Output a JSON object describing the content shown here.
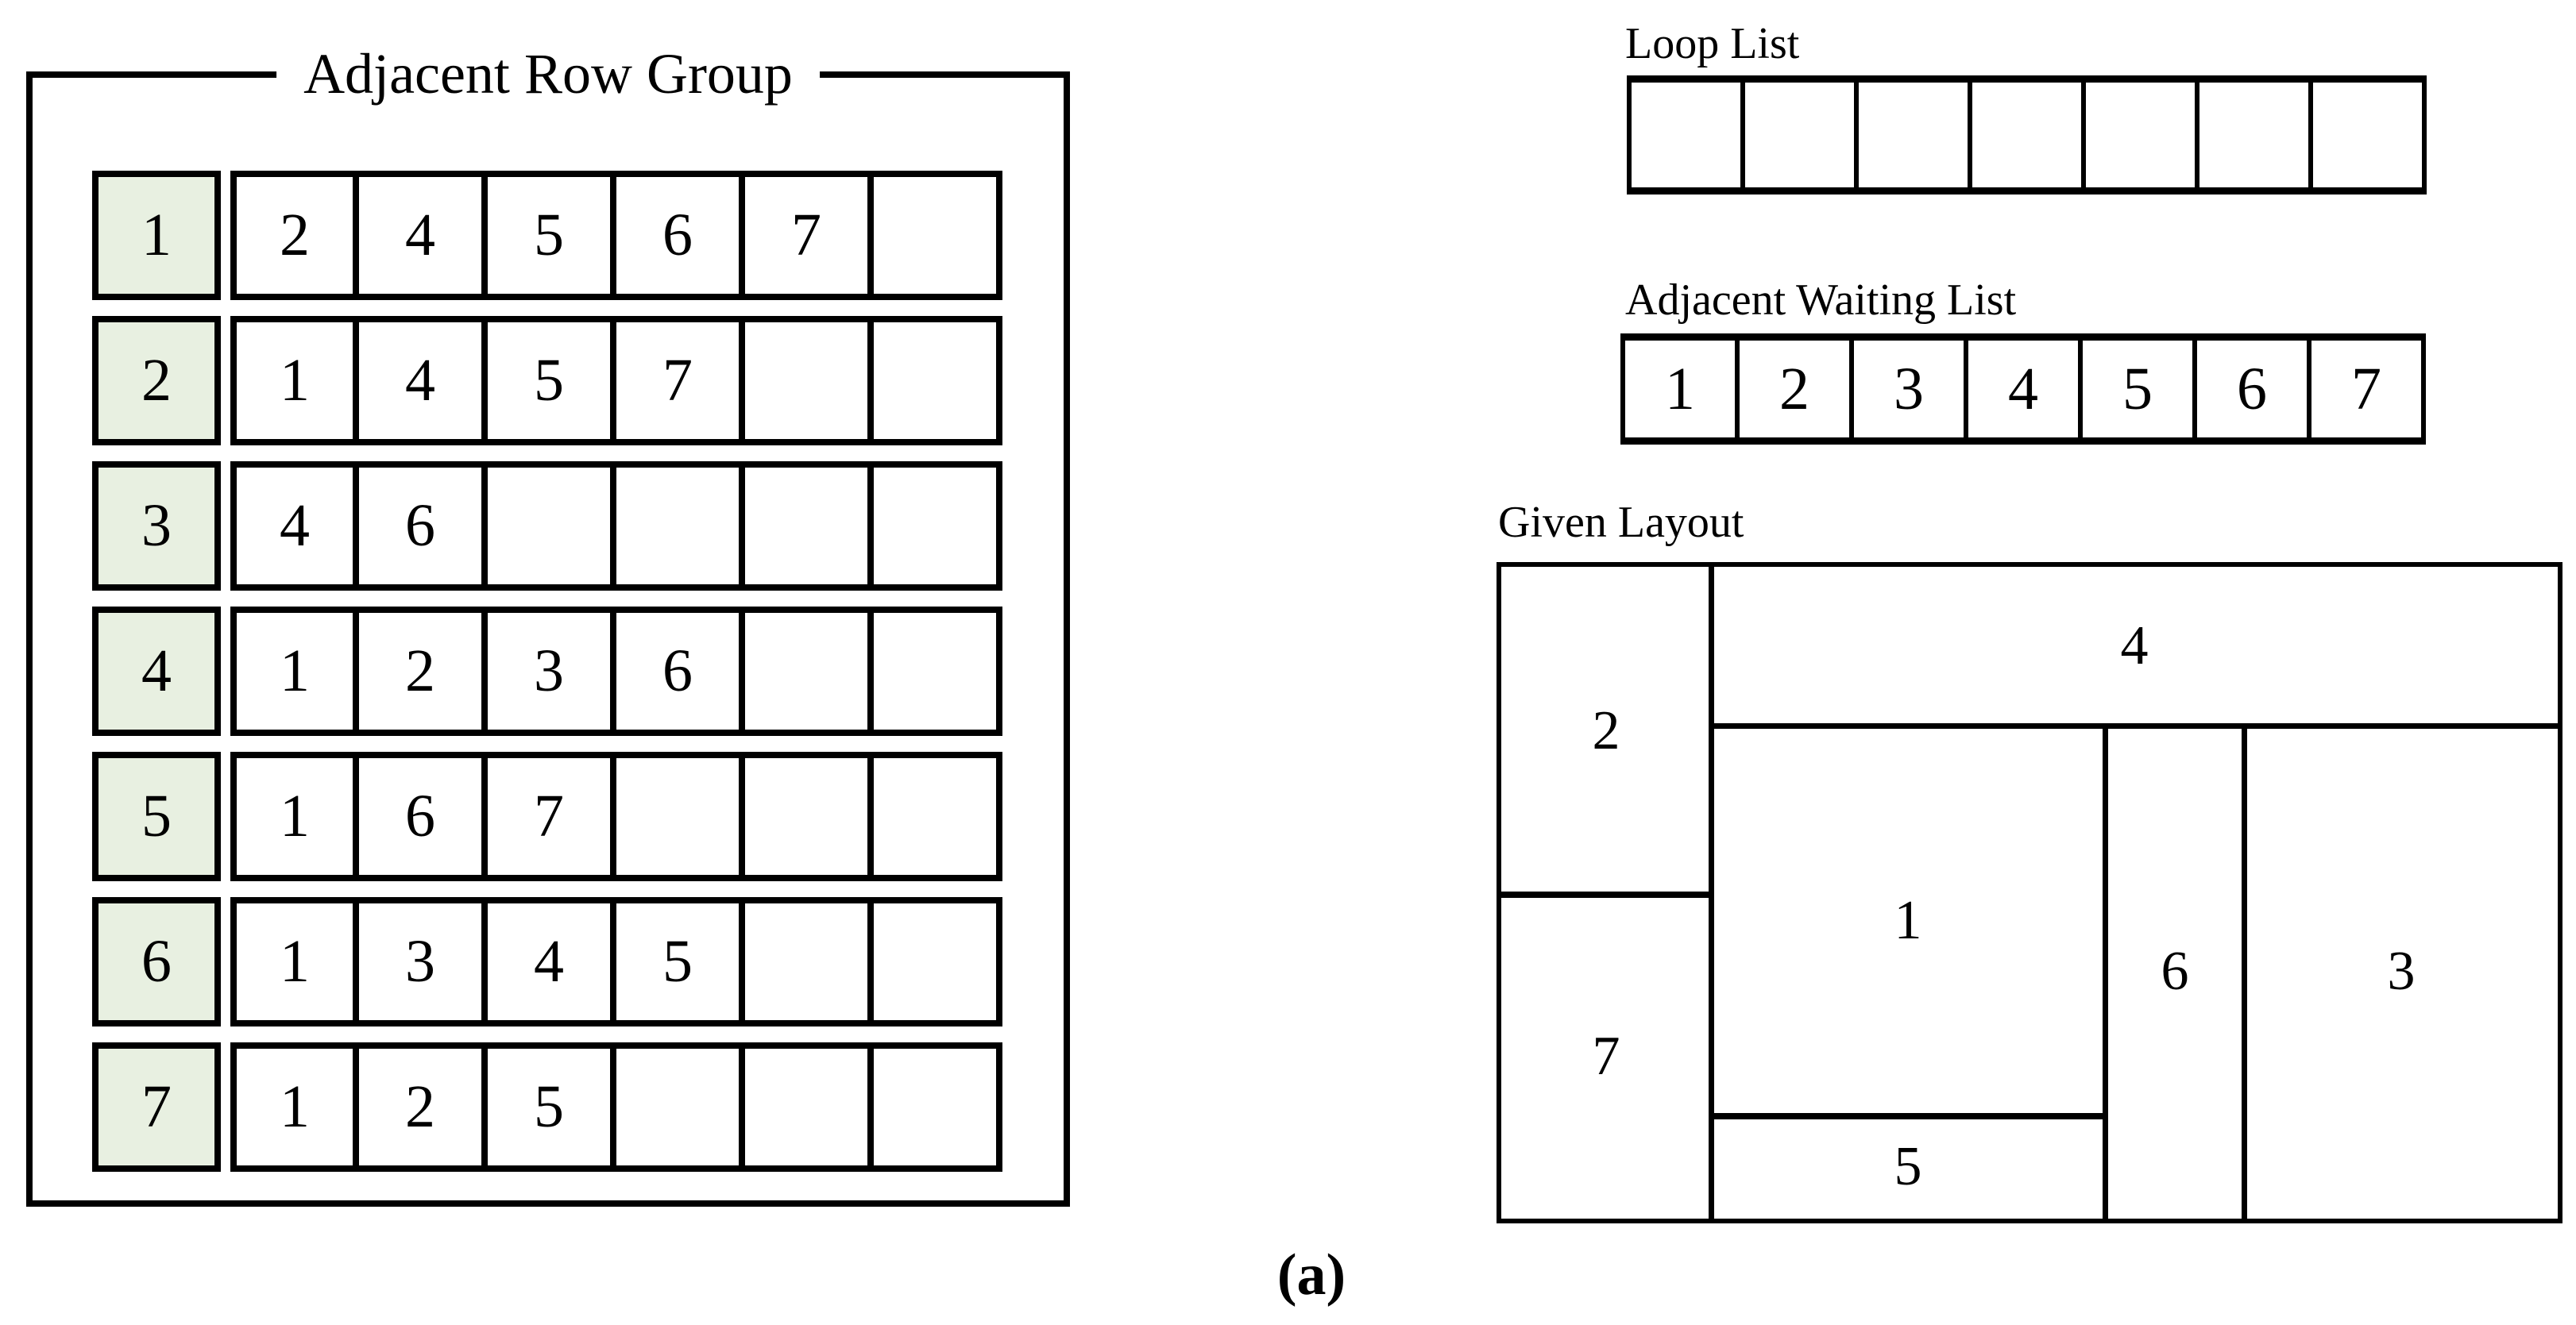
{
  "figure": {
    "panel_label": "(a)"
  },
  "colors": {
    "line": "#000000",
    "row_header_bg": "#e8f0e1",
    "background": "#ffffff"
  },
  "adjacent_row_group": {
    "title": "Adjacent Row Group",
    "rows": [
      {
        "header": "1",
        "cells": [
          "2",
          "4",
          "5",
          "6",
          "7",
          ""
        ]
      },
      {
        "header": "2",
        "cells": [
          "1",
          "4",
          "5",
          "7",
          "",
          ""
        ]
      },
      {
        "header": "3",
        "cells": [
          "4",
          "6",
          "",
          "",
          "",
          ""
        ]
      },
      {
        "header": "4",
        "cells": [
          "1",
          "2",
          "3",
          "6",
          "",
          ""
        ]
      },
      {
        "header": "5",
        "cells": [
          "1",
          "6",
          "7",
          "",
          "",
          ""
        ]
      },
      {
        "header": "6",
        "cells": [
          "1",
          "3",
          "4",
          "5",
          "",
          ""
        ]
      },
      {
        "header": "7",
        "cells": [
          "1",
          "2",
          "5",
          "",
          "",
          ""
        ]
      }
    ]
  },
  "loop_list": {
    "title": "Loop List",
    "cells": [
      "",
      "",
      "",
      "",
      "",
      "",
      ""
    ]
  },
  "adjacent_waiting_list": {
    "title": "Adjacent Waiting List",
    "cells": [
      "1",
      "2",
      "3",
      "4",
      "5",
      "6",
      "7"
    ]
  },
  "given_layout": {
    "title": "Given Layout",
    "regions": {
      "r1": "1",
      "r2": "2",
      "r3": "3",
      "r4": "4",
      "r5": "5",
      "r6": "6",
      "r7": "7"
    }
  }
}
